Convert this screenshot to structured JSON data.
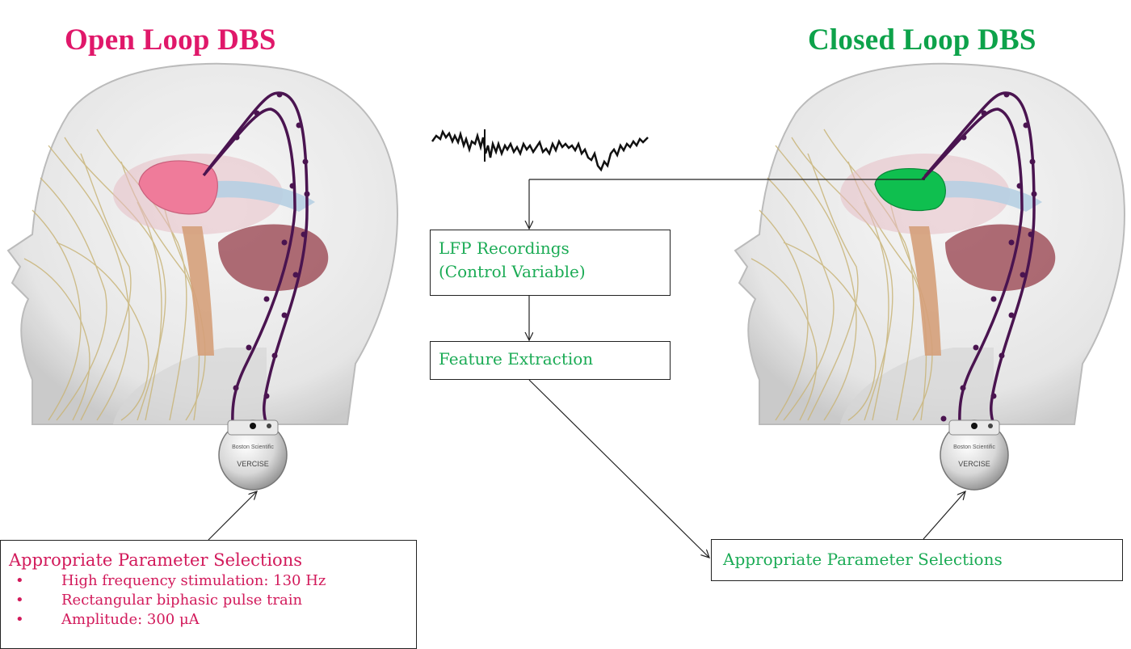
{
  "open_loop": {
    "title": "Open Loop DBS",
    "device_brand": "Boston Scientific",
    "device_model": "VERCISE",
    "parameters": {
      "heading": "Appropriate Parameter Selections",
      "items": [
        "High frequency stimulation: 130 Hz",
        "Rectangular biphasic pulse train",
        "Amplitude: 300  μA"
      ]
    }
  },
  "closed_loop": {
    "title": "Closed Loop DBS",
    "device_brand": "Boston Scientific",
    "device_model": "VERCISE",
    "parameters": {
      "heading": "Appropriate Parameter Selections"
    }
  },
  "pipeline": {
    "lfp_line1": "LFP Recordings",
    "lfp_line2": "(Control Variable)",
    "feature": "Feature Extraction"
  },
  "colors": {
    "open_title": "#e0186a",
    "closed_title": "#0da24a",
    "box_text_green": "#1bab55",
    "box_text_pink": "#d21a5b",
    "target_open": "#ef7b9a",
    "target_closed": "#0fbf4f",
    "lead": "#4a1450"
  }
}
